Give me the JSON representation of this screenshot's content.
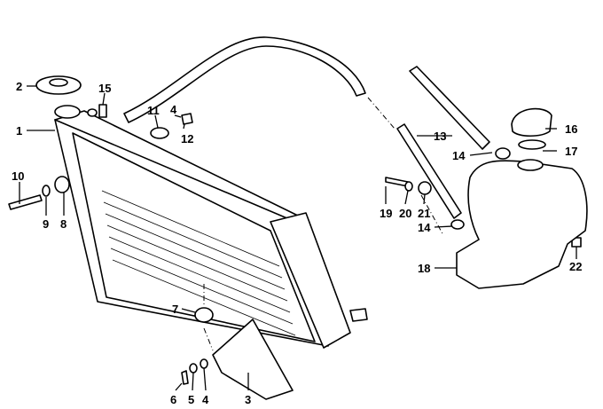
{
  "diagram": {
    "title": "Radiator and coolant expansion tank parts diagram",
    "callouts": [
      "1",
      "2",
      "15",
      "11",
      "4",
      "12",
      "10",
      "9",
      "8",
      "7",
      "6",
      "5",
      "4",
      "3",
      "13",
      "14",
      "16",
      "17",
      "19",
      "20",
      "21",
      "14",
      "18",
      "22"
    ]
  }
}
